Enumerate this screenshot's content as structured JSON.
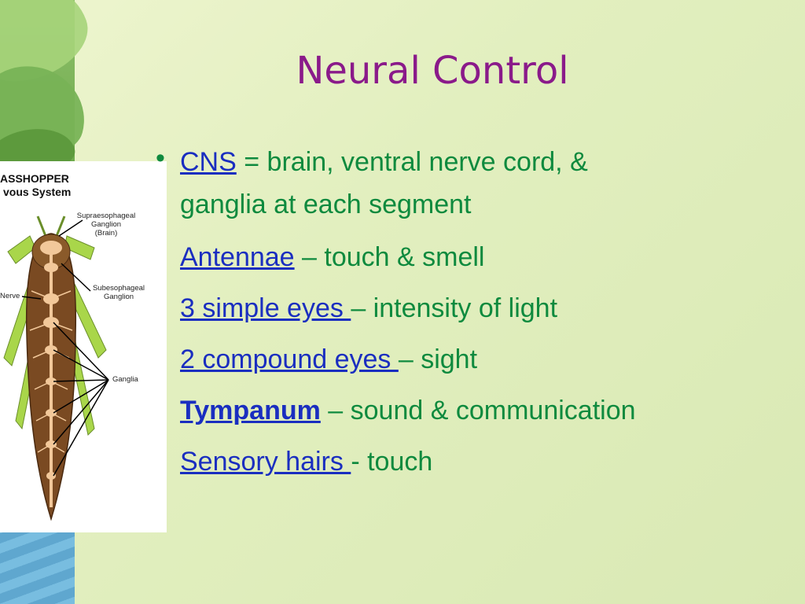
{
  "slide": {
    "title": "Neural Control"
  },
  "figure": {
    "title_line1": "ASSHOPPER",
    "title_line2": "vous System",
    "labels": {
      "supraesophageal": "Supraesophageal\nGanglion\n(Brain)",
      "subesophageal": "Subesophageal\nGanglion",
      "nerve": "Nerve",
      "ganglia": "Ganglia"
    }
  },
  "bullets": [
    {
      "term": "CNS",
      "rest": " = brain, ventral nerve cord, &",
      "rest2": "ganglia at each segment"
    },
    {
      "term": "Antennae",
      "rest": " – touch & smell"
    },
    {
      "term": "3 simple eyes ",
      "rest": "– intensity of light"
    },
    {
      "term": "2 compound eyes ",
      "rest": "– sight"
    },
    {
      "term": "Tympanum",
      "rest": " – sound & communication"
    },
    {
      "term": "Sensory hairs ",
      "rest": "- touch"
    }
  ],
  "colors": {
    "title": "#8a1a8a",
    "body_text": "#0e8a3e",
    "term_link": "#1a2ec0"
  }
}
